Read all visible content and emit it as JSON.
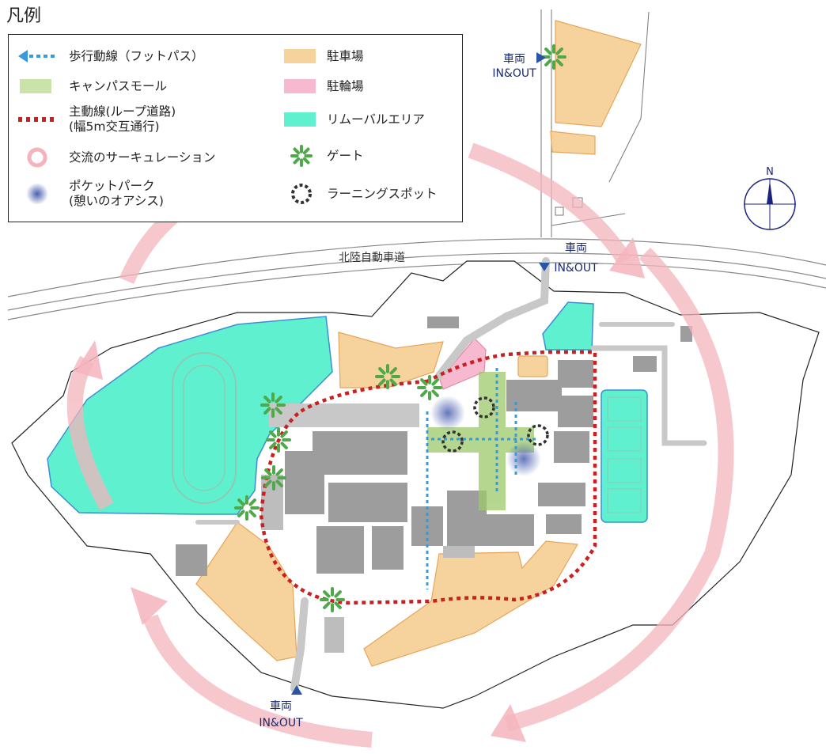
{
  "legend": {
    "title": "凡例",
    "items": [
      {
        "label": "歩行動線（フットパス）"
      },
      {
        "label": "キャンパスモール"
      },
      {
        "label_line1": "主動線(ループ道路)",
        "label_line2": "(幅5m交互通行)"
      },
      {
        "label": "交流のサーキュレーション"
      },
      {
        "label_line1": "ポケットパーク",
        "label_line2": "(憩いのオアシス)"
      },
      {
        "label": "駐車場"
      },
      {
        "label": "駐輪場"
      },
      {
        "label": "リムーバルエリア"
      },
      {
        "label": "ゲート"
      },
      {
        "label": "ラーニングスポット"
      }
    ]
  },
  "map": {
    "highway_label": "北陸自動車道",
    "north_label": "N",
    "vehicle_access": [
      {
        "line1": "車両",
        "line2": "IN&OUT"
      },
      {
        "line1": "車両",
        "line2": "IN&OUT"
      },
      {
        "line1": "車両",
        "line2": "IN&OUT"
      }
    ]
  },
  "colors": {
    "footpath": "#3a9ad9",
    "campus_mall": "#c9e3a8",
    "loop_road": "#cc1f1f",
    "circulation": "#f4b4bd",
    "pocket_park": "#4a5fb0",
    "parking": "#f6d39c",
    "bicycle_parking": "#f6b9cf",
    "removable_area": "#5ff0cf",
    "gate": "#4fa84a",
    "learning_spot": "#333333",
    "building": "#9d9d9d",
    "compass": "#1a237e"
  }
}
